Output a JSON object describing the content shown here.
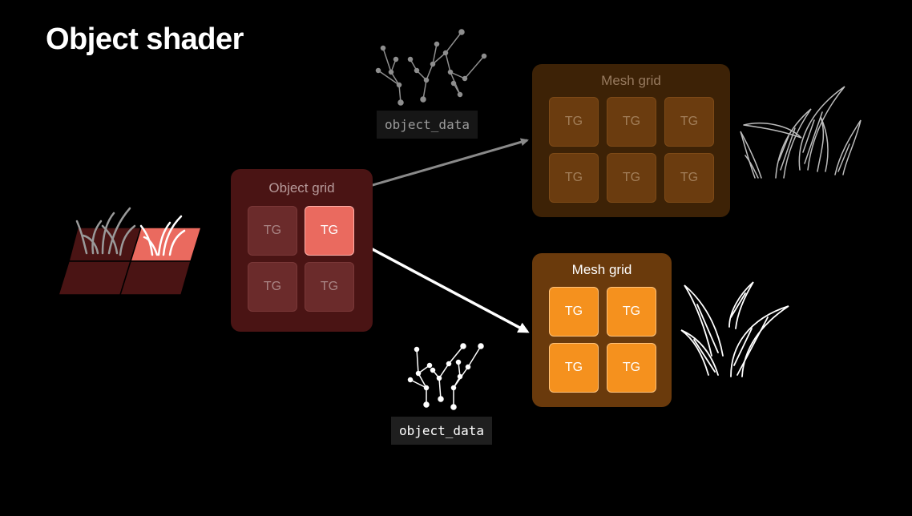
{
  "slide": {
    "title": "Object shader"
  },
  "object_grid": {
    "label": "Object grid",
    "tiles": [
      "TG",
      "TG",
      "TG",
      "TG"
    ]
  },
  "mesh_grid_dim": {
    "label": "Mesh grid",
    "tiles": [
      "TG",
      "TG",
      "TG",
      "TG",
      "TG",
      "TG"
    ]
  },
  "mesh_grid_bright": {
    "label": "Mesh grid",
    "tiles": [
      "TG",
      "TG",
      "TG",
      "TG"
    ]
  },
  "payload_dim": {
    "label": "object_data"
  },
  "payload_bright": {
    "label": "object_data"
  },
  "colors": {
    "background": "#000000",
    "active_tile": "#ea6a5f",
    "object_panel": "#4a1414",
    "mesh_panel_dim": "#3d2206",
    "mesh_panel_bright": "#6a3a0c",
    "mesh_tile_bright": "#f5911e",
    "arrow_dim": "#8a8a8a",
    "arrow_bright": "#ffffff"
  }
}
